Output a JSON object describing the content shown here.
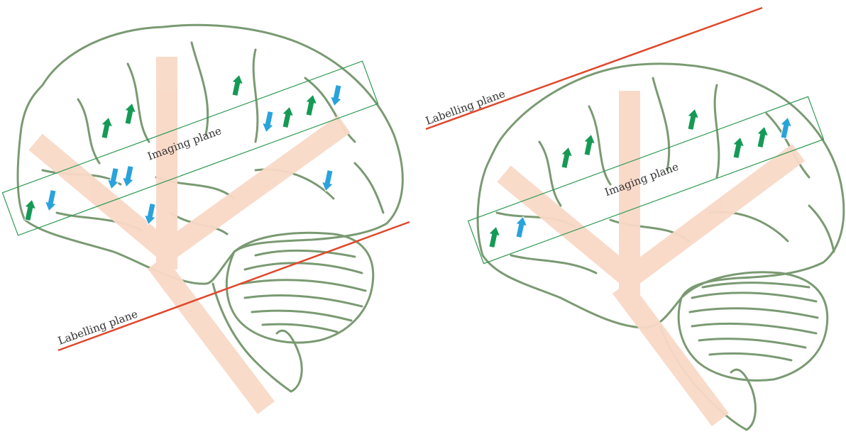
{
  "panels": [
    {
      "id": "left",
      "imaging_plane_label": "Imaging plane",
      "labelling_plane_label": "Labelling plane",
      "arrows": [
        {
          "dir": "up",
          "color": "green"
        },
        {
          "dir": "down",
          "color": "blue"
        },
        {
          "dir": "up",
          "color": "green"
        },
        {
          "dir": "up",
          "color": "green"
        },
        {
          "dir": "down",
          "color": "blue"
        },
        {
          "dir": "down",
          "color": "blue"
        },
        {
          "dir": "down",
          "color": "blue"
        },
        {
          "dir": "up",
          "color": "green"
        },
        {
          "dir": "down",
          "color": "blue"
        },
        {
          "dir": "up",
          "color": "green"
        },
        {
          "dir": "up",
          "color": "green"
        },
        {
          "dir": "down",
          "color": "blue"
        },
        {
          "dir": "down",
          "color": "blue"
        }
      ]
    },
    {
      "id": "right",
      "imaging_plane_label": "Imaging plane",
      "labelling_plane_label": "Labelling plane",
      "arrows": [
        {
          "dir": "up",
          "color": "green"
        },
        {
          "dir": "up",
          "color": "blue"
        },
        {
          "dir": "up",
          "color": "green"
        },
        {
          "dir": "up",
          "color": "green"
        },
        {
          "dir": "up",
          "color": "green"
        },
        {
          "dir": "up",
          "color": "green"
        },
        {
          "dir": "up",
          "color": "green"
        },
        {
          "dir": "up",
          "color": "blue"
        }
      ]
    }
  ],
  "colors": {
    "brain_outline": "#7a9a72",
    "vessel": "#f9d9c7",
    "imaging_box": "#2e9a52",
    "labelling_line": "#e0482c",
    "arrow_green": "#159a55",
    "arrow_blue": "#29a3dc"
  }
}
